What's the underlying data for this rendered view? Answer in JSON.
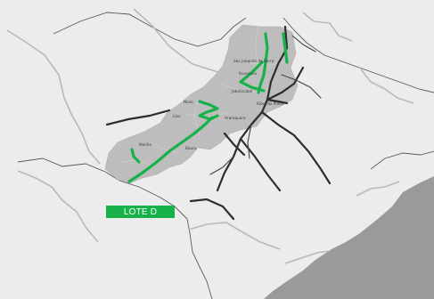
{
  "map": {
    "lot_label": "LOTE D",
    "cities": [
      {
        "name": "São Joaquim da Barra"
      },
      {
        "name": "Ituverava"
      },
      {
        "name": "Ribeirão Preto"
      },
      {
        "name": "Jaboticabal"
      },
      {
        "name": "Novo"
      },
      {
        "name": "Araraquara"
      },
      {
        "name": "Lins"
      },
      {
        "name": "Bauru"
      },
      {
        "name": "Marília"
      }
    ],
    "colors": {
      "land": "#ececec",
      "ocean": "#9a9a9a",
      "highlight_region": "#bdbdbd",
      "route": "#17b14a",
      "road": "#2d2d2d",
      "river": "#b9b9b9",
      "border": "#5a5a5a",
      "label_bg": "#17b14a"
    }
  }
}
